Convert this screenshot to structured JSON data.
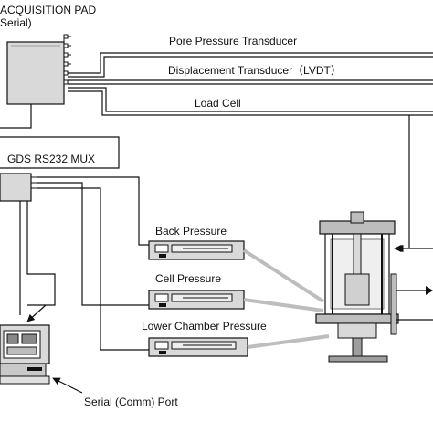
{
  "labels": {
    "acquisition_pad_line1": "ACQUISITION PAD",
    "acquisition_pad_line2": "Serial)",
    "pore_pressure": "Pore Pressure Transducer",
    "displacement": "Displacement Transducer（LVDT）",
    "load_cell": "Load Cell",
    "mux": "GDS RS232 MUX",
    "back_pressure": "Back Pressure",
    "cell_pressure": "Cell Pressure",
    "lower_chamber": "Lower Chamber Pressure",
    "serial_port": "Serial (Comm) Port"
  },
  "colors": {
    "line": "#111111",
    "device_fill": "#d9d9d9",
    "pipe": "#bdbdbd",
    "background": "#ffffff"
  }
}
